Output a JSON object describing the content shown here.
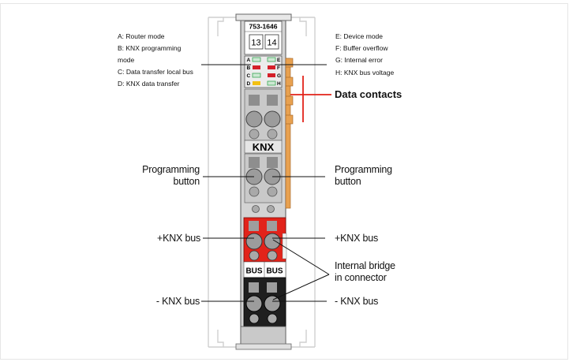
{
  "module": {
    "part_number": "753-1646",
    "terminal_left": "13",
    "terminal_right": "14",
    "knx_label": "KNX",
    "bus_label_left": "BUS",
    "bus_label_right": "BUS",
    "led_letters_left": [
      "A",
      "B",
      "C",
      "D"
    ],
    "led_letters_right": [
      "E",
      "F",
      "G",
      "H"
    ]
  },
  "legend_left": [
    {
      "text": "A: Router mode"
    },
    {
      "text": "B: KNX programming"
    },
    {
      "text": "mode"
    },
    {
      "text": "C: Data transfer local bus"
    },
    {
      "text": "D: KNX data transfer"
    }
  ],
  "legend_right": [
    {
      "text": "E: Device mode"
    },
    {
      "text": "F: Buffer overflow"
    },
    {
      "text": "G: Internal error"
    },
    {
      "text": "H: KNX bus voltage"
    }
  ],
  "callouts": {
    "data_contacts": "Data contacts",
    "prog_button_left_1": "Programming",
    "prog_button_left_2": "button",
    "prog_button_right_1": "Programming",
    "prog_button_right_2": "button",
    "plus_knx_left": "+KNX bus",
    "plus_knx_right": "+KNX bus",
    "bridge_1": "Internal bridge",
    "bridge_2": "in connector",
    "minus_knx_left": "- KNX bus",
    "minus_knx_right": "- KNX bus"
  },
  "colors": {
    "housing": "#d3d3d3",
    "housing_dark": "#a8a8a8",
    "red_section": "#e2231a",
    "black_section": "#1f1f1f",
    "orange_contacts": "#e8a150",
    "callout_red": "#e2231a",
    "led_green": "#3aa655",
    "led_red": "#d4202a",
    "led_yellow": "#f2c014"
  }
}
